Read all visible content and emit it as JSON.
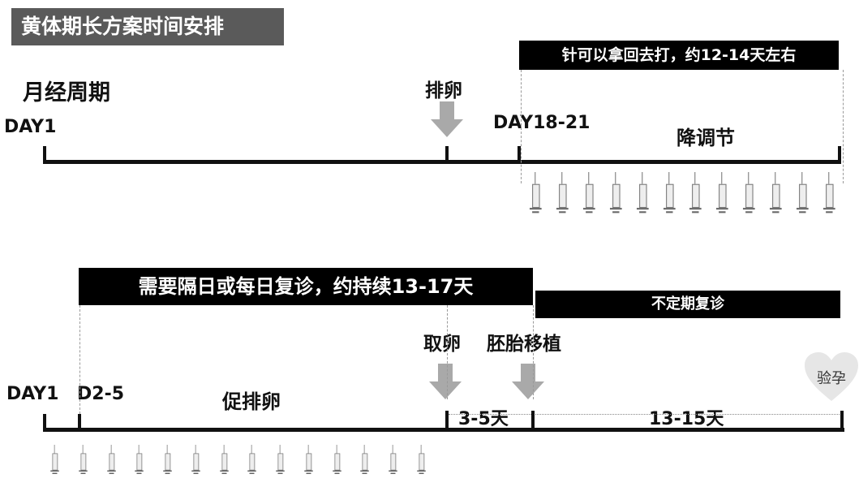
{
  "title": "黄体期长方案时间安排",
  "top": {
    "bar_label": "针可以拿回去打，约12-14天左右",
    "cycle_label": "月经周期",
    "day1": "DAY1",
    "ovulation": "排卵",
    "day18": "DAY18-21",
    "downreg": "降调节",
    "syringe_count": 12
  },
  "bottom": {
    "bar_label": "需要隔日或每日复诊，约持续13-17天",
    "bar2_label": "不定期复诊",
    "retrieval": "取卵",
    "transfer": "胚胎移植",
    "pregnancy_test": "验孕",
    "day1": "DAY1",
    "d2_5": "D2-5",
    "stimulation": "促排卵",
    "days_3_5": "3-5天",
    "days_13_15": "13-15天",
    "syringe_count": 14
  },
  "colors": {
    "arrow": "#a9a9a9",
    "title_bg": "#5a5a5a",
    "bar_bg": "#000000"
  }
}
